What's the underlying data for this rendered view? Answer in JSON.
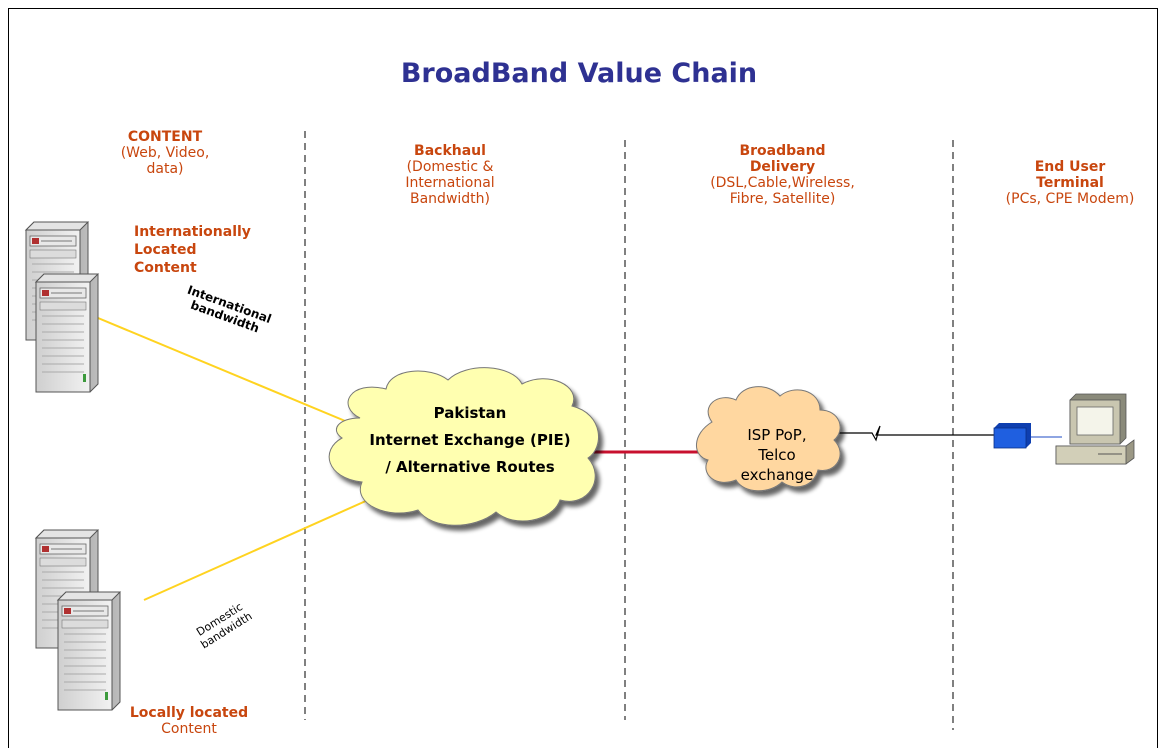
{
  "title": "BroadBand Value Chain",
  "columns": {
    "content": {
      "heading": "CONTENT",
      "sub1": "(Web, Video,",
      "sub2": "data)"
    },
    "backhaul": {
      "heading": "Backhaul",
      "sub1": "(Domestic &",
      "sub2": "International",
      "sub3": "Bandwidth)"
    },
    "delivery": {
      "heading1": "Broadband",
      "heading2": "Delivery",
      "sub1": "(DSL,Cable,Wireless,",
      "sub2": "Fibre, Satellite)"
    },
    "terminal": {
      "heading1": "End User",
      "heading2": "Terminal",
      "sub1": "(PCs, CPE Modem)"
    }
  },
  "servers": {
    "international": {
      "line1": "Internationally",
      "line2": "Located",
      "line3": "Content"
    },
    "local": {
      "line1": "Locally located",
      "line2": "Content"
    }
  },
  "links": {
    "international": {
      "line1": "International",
      "line2": "bandwidth"
    },
    "domestic": {
      "line1": "Domestic",
      "line2": "bandwidth"
    }
  },
  "pie_cloud": {
    "line1": "Pakistan",
    "line2": "Internet Exchange (PIE)",
    "line3": "/ Alternative Routes"
  },
  "isp_cloud": {
    "line1": "ISP  PoP,",
    "line2": "Telco",
    "line3": "exchange"
  },
  "colors": {
    "title": "#2e3192",
    "heading": "#c8460e",
    "content_link": "#ffd320",
    "backbone_link": "#c8102e",
    "cloud_fill": "#ffffb0",
    "isp_cloud_fill": "#ffd7a0",
    "modem": "#1f5fe0"
  },
  "icons": [
    "server-icon",
    "cloud-icon",
    "modem-icon",
    "pc-icon"
  ]
}
